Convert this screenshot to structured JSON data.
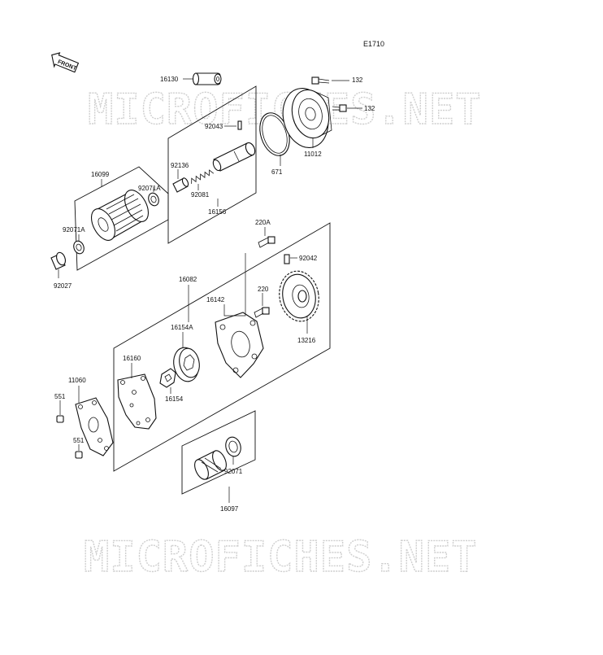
{
  "diagram": {
    "code": "E1710",
    "front_label": "FRONT",
    "watermark": "MICROFICHES.NET",
    "parts": {
      "p16130": "16130",
      "p132a": "132",
      "p132b": "132",
      "p92043": "92043",
      "p11012": "11012",
      "p671": "671",
      "p92136": "92136",
      "p92081": "92081",
      "p16156": "16156",
      "p16099": "16099",
      "p92071a_1": "92071A",
      "p92071a_2": "92071A",
      "p92027": "92027",
      "p220a": "220A",
      "p92042": "92042",
      "p16082": "16082",
      "p220": "220",
      "p16142": "16142",
      "p16154a": "16154A",
      "p13216": "13216",
      "p16160": "16160",
      "p11060": "11060",
      "p551a": "551",
      "p551b": "551",
      "p16154": "16154",
      "p92071": "92071",
      "p16097": "16097"
    }
  }
}
